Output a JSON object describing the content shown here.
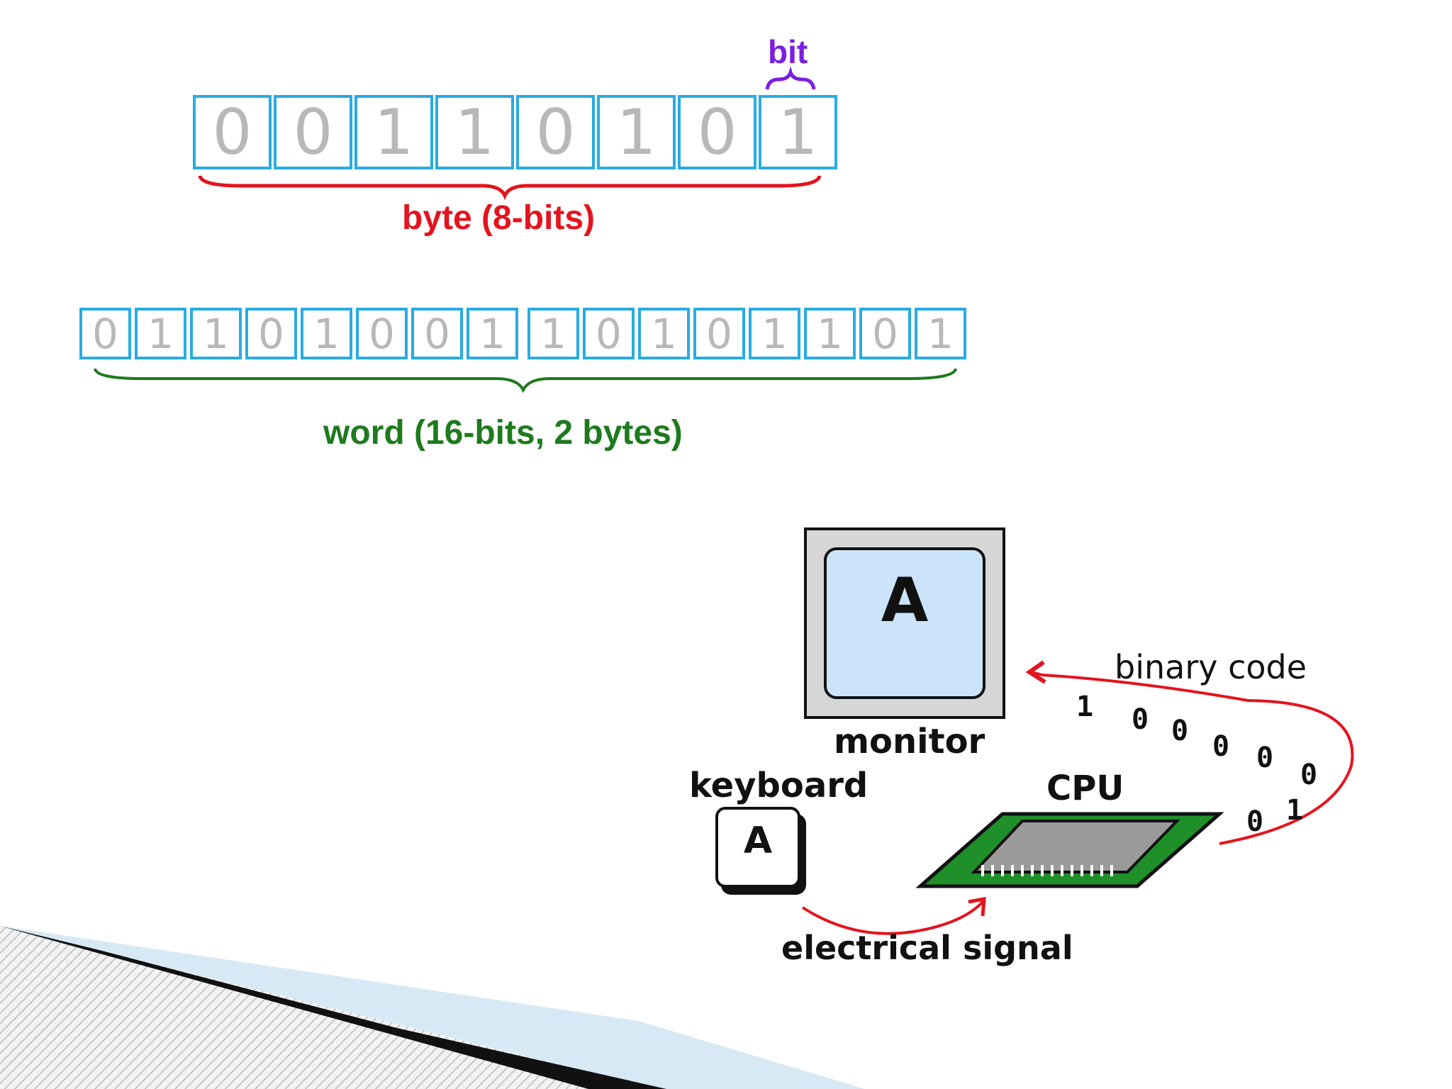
{
  "bits_diagram": {
    "bit_label": "bit",
    "byte_bits": [
      "0",
      "0",
      "1",
      "1",
      "0",
      "1",
      "0",
      "1"
    ],
    "byte_label": "byte (8-bits)",
    "word_bits": [
      "0",
      "1",
      "1",
      "0",
      "1",
      "0",
      "0",
      "1",
      "1",
      "0",
      "1",
      "0",
      "1",
      "1",
      "0",
      "1"
    ],
    "word_label": "word (16-bits,  2 bytes)"
  },
  "computer_diagram": {
    "monitor_screen": "A",
    "monitor_label": "monitor",
    "keyboard_label": "keyboard",
    "key_letter": "A",
    "cpu_label": "CPU",
    "binary_label": "binary code",
    "binary_digits": [
      "1",
      "0",
      "0",
      "0",
      "0",
      "0",
      "0",
      "1"
    ],
    "signal_label": "electrical signal"
  },
  "colors": {
    "cell_border": "#29abe2",
    "bit_purple": "#7a1fe0",
    "byte_red": "#e3141e",
    "word_green": "#1e7a1e",
    "arrow_red": "#e3141e",
    "chip_green": "#1f8f2a"
  }
}
